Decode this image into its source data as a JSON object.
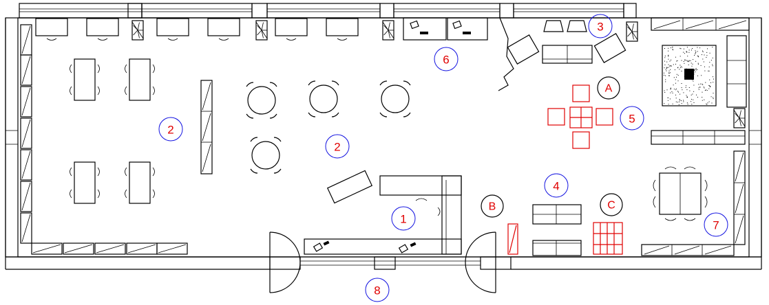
{
  "colors": {
    "wall": "#000000",
    "furniture_red": "#e00000",
    "zone_ring_blue": "#1010e0",
    "zone_text_red": "#e00000"
  },
  "zones": [
    {
      "id": "zone-1",
      "text": "1"
    },
    {
      "id": "zone-2a",
      "text": "2"
    },
    {
      "id": "zone-2b",
      "text": "2"
    },
    {
      "id": "zone-3",
      "text": "3"
    },
    {
      "id": "zone-4",
      "text": "4"
    },
    {
      "id": "zone-5",
      "text": "5"
    },
    {
      "id": "zone-6",
      "text": "6"
    },
    {
      "id": "zone-7",
      "text": "7"
    },
    {
      "id": "zone-8",
      "text": "8"
    }
  ],
  "points": [
    {
      "id": "point-a",
      "text": "A"
    },
    {
      "id": "point-b",
      "text": "B"
    },
    {
      "id": "point-c",
      "text": "C"
    }
  ]
}
